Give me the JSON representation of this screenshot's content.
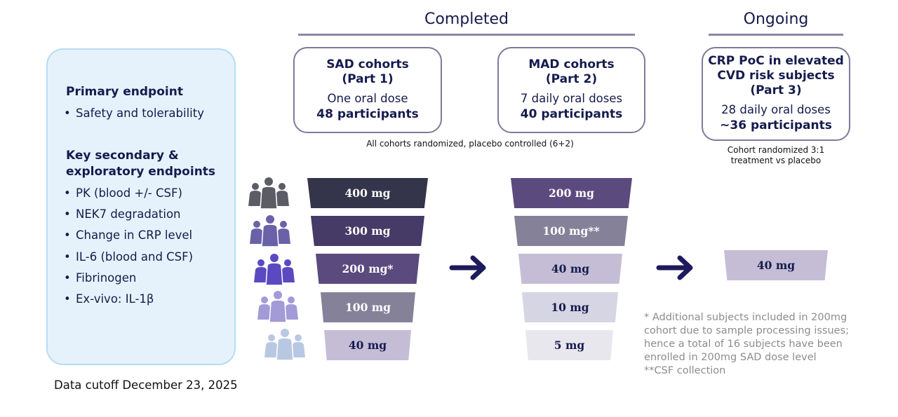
{
  "endpoints": {
    "primary_heading": "Primary endpoint",
    "primary_items": [
      "Safety and tolerability"
    ],
    "secondary_heading": [
      "Key secondary &",
      "exploratory endpoints"
    ],
    "secondary_items": [
      "PK (blood +/- CSF)",
      "NEK7 degradation",
      "Change in CRP level",
      "IL-6 (blood and CSF)",
      "Fibrinogen",
      "Ex-vivo: IL-1β"
    ]
  },
  "data_cutoff": "Data cutoff December 23, 2025",
  "sections": {
    "completed": "Completed",
    "ongoing": "Ongoing"
  },
  "cohorts": {
    "sad": {
      "title": [
        "SAD cohorts",
        "(Part 1)"
      ],
      "dosing": "One oral dose",
      "participants": "48 participants"
    },
    "mad": {
      "title": [
        "MAD cohorts",
        "(Part 2)"
      ],
      "dosing": "7 daily oral doses",
      "participants": "40 participants"
    },
    "poc": {
      "title": [
        "CRP PoC in elevated",
        "CVD risk subjects",
        "(Part 3)"
      ],
      "dosing": "28 daily oral doses",
      "participants": "~36 participants"
    }
  },
  "notes": {
    "completed": "All cohorts randomized, placebo controlled (6+2)",
    "ongoing": [
      "Cohort randomized 3:1",
      "treatment vs placebo"
    ]
  },
  "sad_doses": [
    "400 mg",
    "300 mg",
    "200 mg*",
    "100 mg",
    "40 mg"
  ],
  "mad_doses": [
    "200 mg",
    "100 mg**",
    "40 mg",
    "10 mg",
    "5 mg"
  ],
  "poc_doses": [
    "40 mg"
  ],
  "footnotes": [
    "* Additional subjects included in 200mg",
    "cohort due to sample processing issues;",
    "hence a total of 16 subjects have been",
    "enrolled in 200mg SAD dose level",
    "**CSF collection"
  ],
  "colors": {
    "sad_bars": [
      "#34344a",
      "#463a66",
      "#5a4a7e",
      "#858199",
      "#c5bdd6"
    ],
    "mad_bars": [
      "#5b4a7d",
      "#858199",
      "#c5bdd6",
      "#d5d5e3",
      "#e9e7ee"
    ],
    "poc_bar": "#c5bdd6",
    "people": [
      "#5c5c66",
      "#6a62a8",
      "#5a49c0",
      "#a39ad8",
      "#b9c8e2"
    ],
    "arrow": "#1e1b5c"
  }
}
